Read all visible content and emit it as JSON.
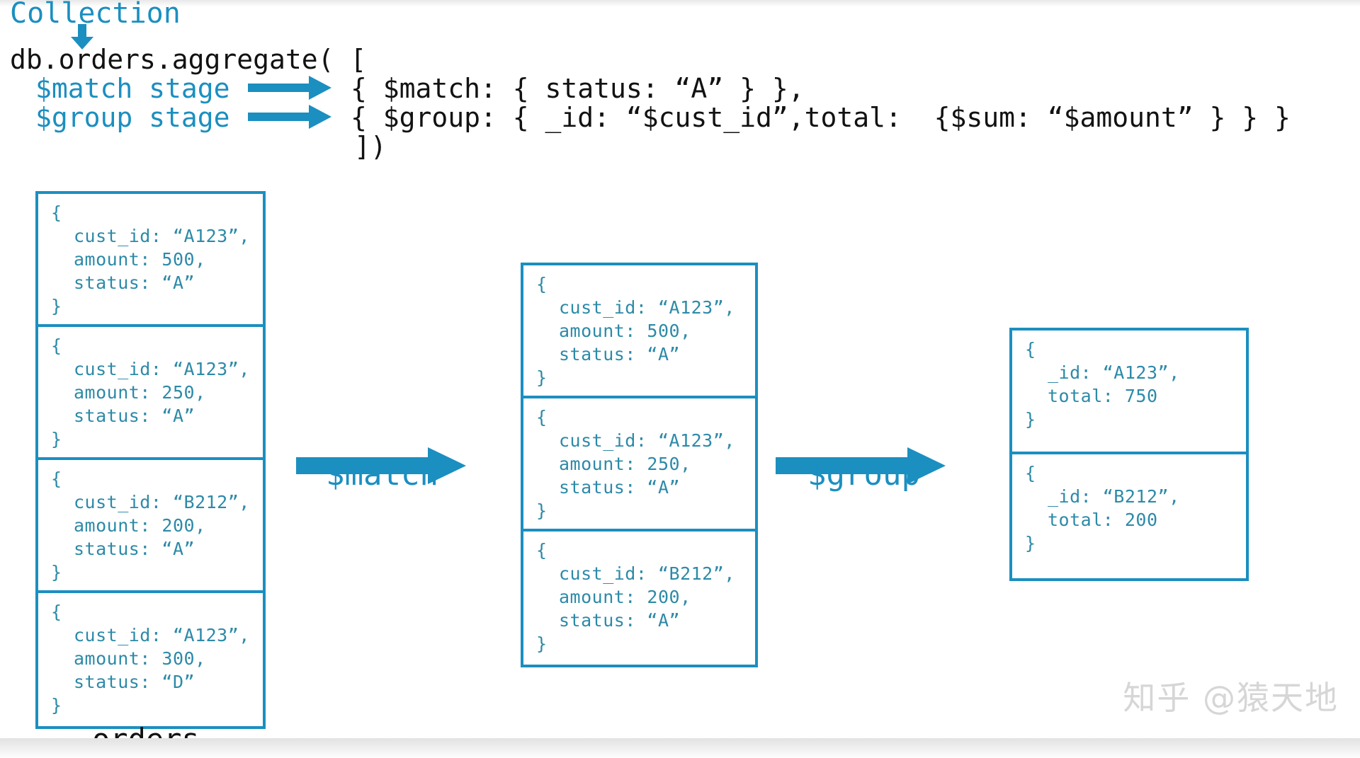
{
  "header": {
    "collection_label": "Collection",
    "collection_arrow_icon": "down-arrow-icon",
    "aggregate_call": "db.orders.aggregate( [",
    "close_call": "])",
    "stages": [
      {
        "label": "$match stage",
        "arrow_icon": "right-arrow-icon",
        "code": "{ $match: { status: “A” } },"
      },
      {
        "label": "$group stage",
        "arrow_icon": "right-arrow-icon",
        "code": "{ $group: { _id: “$cust_id”,total:  {$sum: “$amount” } } }"
      }
    ]
  },
  "columns": {
    "source": {
      "caption": "orders",
      "documents": [
        {
          "open": "{",
          "fields": [
            "cust_id: “A123”,",
            "amount: 500,",
            "status: “A”"
          ],
          "close": "}"
        },
        {
          "open": "{",
          "fields": [
            "cust_id: “A123”,",
            "amount: 250,",
            "status: “A”"
          ],
          "close": "}"
        },
        {
          "open": "{",
          "fields": [
            "cust_id: “B212”,",
            "amount: 200,",
            "status: “A”"
          ],
          "close": "}"
        },
        {
          "open": "{",
          "fields": [
            "cust_id: “A123”,",
            "amount: 300,",
            "status: “D”"
          ],
          "close": "}"
        }
      ]
    },
    "matched": {
      "documents": [
        {
          "open": "{",
          "fields": [
            "cust_id: “A123”,",
            "amount: 500,",
            "status: “A”"
          ],
          "close": "}"
        },
        {
          "open": "{",
          "fields": [
            "cust_id: “A123”,",
            "amount: 250,",
            "status: “A”"
          ],
          "close": "}"
        },
        {
          "open": "{",
          "fields": [
            "cust_id: “B212”,",
            "amount: 200,",
            "status: “A”"
          ],
          "close": "}"
        }
      ]
    },
    "result": {
      "documents": [
        {
          "open": "{",
          "fields": [
            "_id: “A123”,",
            "total: 750"
          ],
          "close": "}"
        },
        {
          "open": "{",
          "fields": [
            "_id: “B212”,",
            "total: 200"
          ],
          "close": "}"
        }
      ]
    }
  },
  "pipeline": {
    "match_label": "$match",
    "group_label": "$group",
    "match_arrow_icon": "right-arrow-icon",
    "group_arrow_icon": "right-arrow-icon"
  },
  "watermark": {
    "text": "知乎 @猿天地"
  },
  "colors": {
    "accent": "#1b8fc0",
    "doc_text": "#2d8aa8",
    "code_text": "#121212",
    "watermark": "#d6d6d6"
  }
}
